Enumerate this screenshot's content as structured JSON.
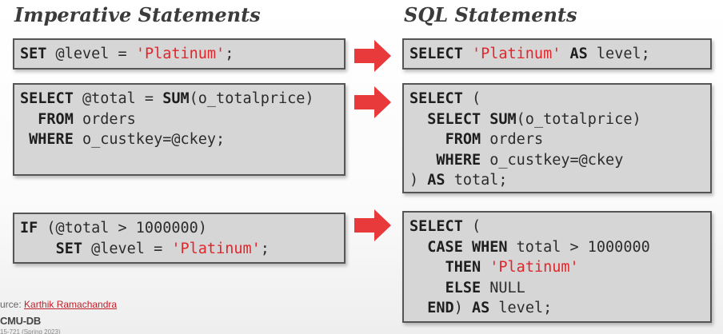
{
  "headings": {
    "left": "Imperative Statements",
    "right": "SQL Statements"
  },
  "imperative": {
    "box1": {
      "l1_kw": "SET",
      "l1_a": " @level = ",
      "l1_str": "'Platinum'",
      "l1_b": ";"
    },
    "box2": {
      "l1_kw": "SELECT",
      "l1_a": " @total = ",
      "l1_kw2": "SUM",
      "l1_b": "(o_totalprice)",
      "l2_pre": "  ",
      "l2_kw": "FROM",
      "l2_a": " orders",
      "l3_pre": " ",
      "l3_kw": "WHERE",
      "l3_a": " o_custkey=@ckey;"
    },
    "box3": {
      "l1_kw": "IF",
      "l1_a": " (@total > 1000000)",
      "l2_pre": "    ",
      "l2_kw": "SET",
      "l2_a": " @level = ",
      "l2_str": "'Platinum'",
      "l2_b": ";"
    }
  },
  "sql": {
    "box1": {
      "l1_kw": "SELECT",
      "l1_a": " ",
      "l1_str": "'Platinum'",
      "l1_b": " ",
      "l1_kw2": "AS",
      "l1_c": " level;"
    },
    "box2": {
      "l1_kw": "SELECT",
      "l1_a": " (",
      "l2_pre": "  ",
      "l2_kw": "SELECT",
      "l2_a": " ",
      "l2_kw2": "SUM",
      "l2_b": "(o_totalprice)",
      "l3_pre": "    ",
      "l3_kw": "FROM",
      "l3_a": " orders",
      "l4_pre": "   ",
      "l4_kw": "WHERE",
      "l4_a": " o_custkey=@ckey",
      "l5_a": ") ",
      "l5_kw": "AS",
      "l5_b": " total;"
    },
    "box3": {
      "l1_kw": "SELECT",
      "l1_a": " (",
      "l2_pre": "  ",
      "l2_kw": "CASE WHEN",
      "l2_a": " total > 1000000",
      "l3_pre": "    ",
      "l3_kw": "THEN",
      "l3_a": " ",
      "l3_str": "'Platinum'",
      "l4_pre": "    ",
      "l4_kw": "ELSE",
      "l4_a": " NULL",
      "l5_pre": "  ",
      "l5_kw": "END",
      "l5_a": ") ",
      "l5_kw2": "AS",
      "l5_b": " level;"
    }
  },
  "footer": {
    "source_prefix": "urce: ",
    "source_link": "Karthik Ramachandra",
    "logo": "CMU-DB",
    "sub": "15-721 (Spring 2023)"
  },
  "colors": {
    "arrow": "#e8393b",
    "string": "#e0262b",
    "box_fill": "#d6d6d6",
    "box_border": "#555555"
  },
  "icons": [
    "right-arrow-icon",
    "right-arrow-icon",
    "right-arrow-icon"
  ]
}
